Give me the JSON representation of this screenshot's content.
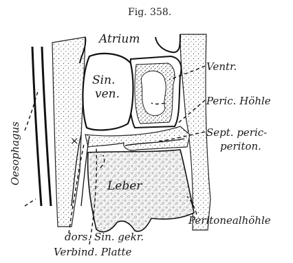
{
  "figure": {
    "caption": "Fig. 358.",
    "labels": {
      "atrium": "Atrium",
      "sin_ven_line1": "Sin.",
      "sin_ven_line2": "ven.",
      "ventr": "Ventr.",
      "peric_hoehle": "Peric. Höhle",
      "sept_line1": "Sept. peric-",
      "sept_line2": "periton.",
      "leber": "Leber",
      "oesophagus": "Oesophagus",
      "peritonealhoehle": "Peritonealhöhle",
      "dors_sin_gekr": "dors. Sin. gekr.",
      "verbind_platte": "Verbind. Platte",
      "cross_mark": "×"
    }
  }
}
